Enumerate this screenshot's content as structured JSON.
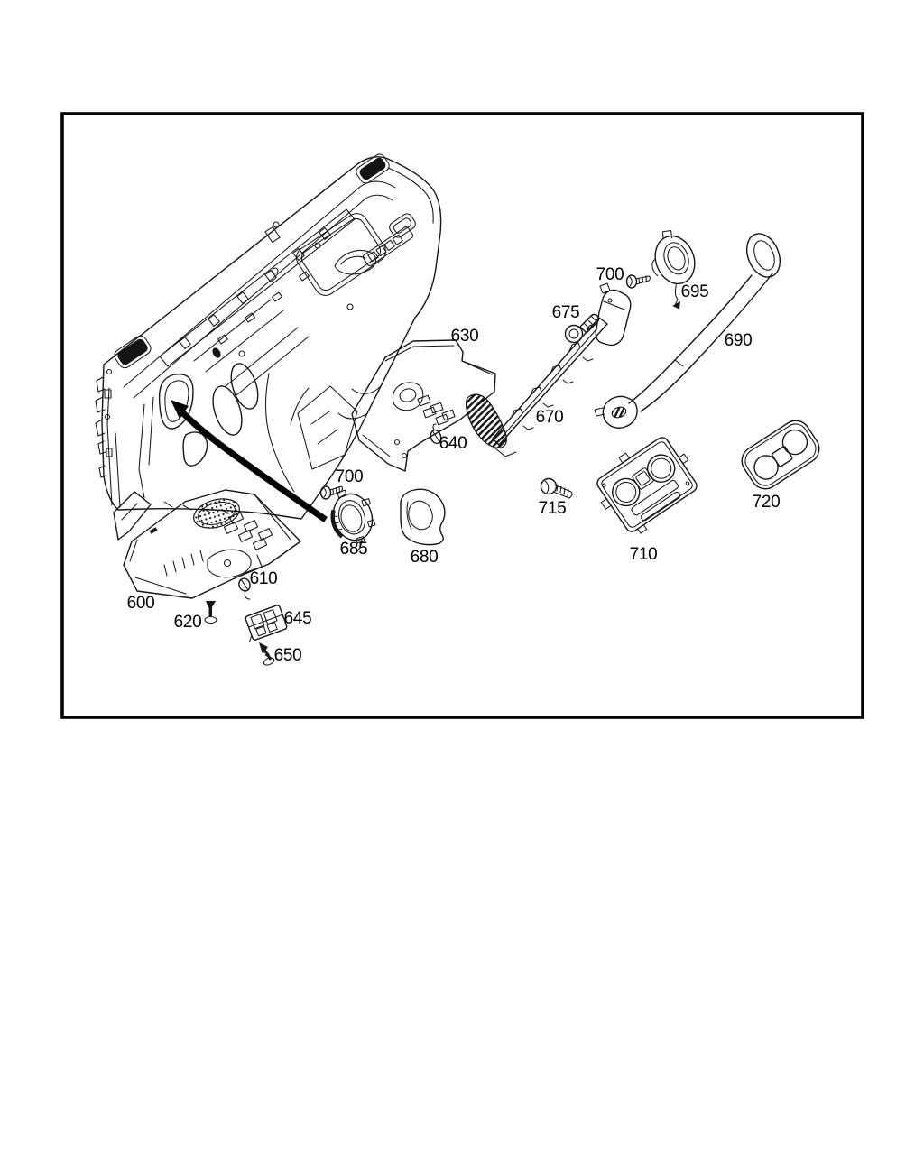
{
  "figure": {
    "type": "exploded-parts-diagram",
    "subject": "instrument-panel-trim",
    "part_labels": [
      {
        "id": "label-630",
        "text": "630"
      },
      {
        "id": "label-700-upper",
        "text": "700"
      },
      {
        "id": "label-695",
        "text": "695"
      },
      {
        "id": "label-675",
        "text": "675"
      },
      {
        "id": "label-690",
        "text": "690"
      },
      {
        "id": "label-670",
        "text": "670"
      },
      {
        "id": "label-640",
        "text": "640"
      },
      {
        "id": "label-700-lower",
        "text": "700"
      },
      {
        "id": "label-715",
        "text": "715"
      },
      {
        "id": "label-685",
        "text": "685"
      },
      {
        "id": "label-680",
        "text": "680"
      },
      {
        "id": "label-610",
        "text": "610"
      },
      {
        "id": "label-720",
        "text": "720"
      },
      {
        "id": "label-710",
        "text": "710"
      },
      {
        "id": "label-600",
        "text": "600"
      },
      {
        "id": "label-620",
        "text": "620"
      },
      {
        "id": "label-645",
        "text": "645"
      },
      {
        "id": "label-650",
        "text": "650"
      }
    ]
  }
}
